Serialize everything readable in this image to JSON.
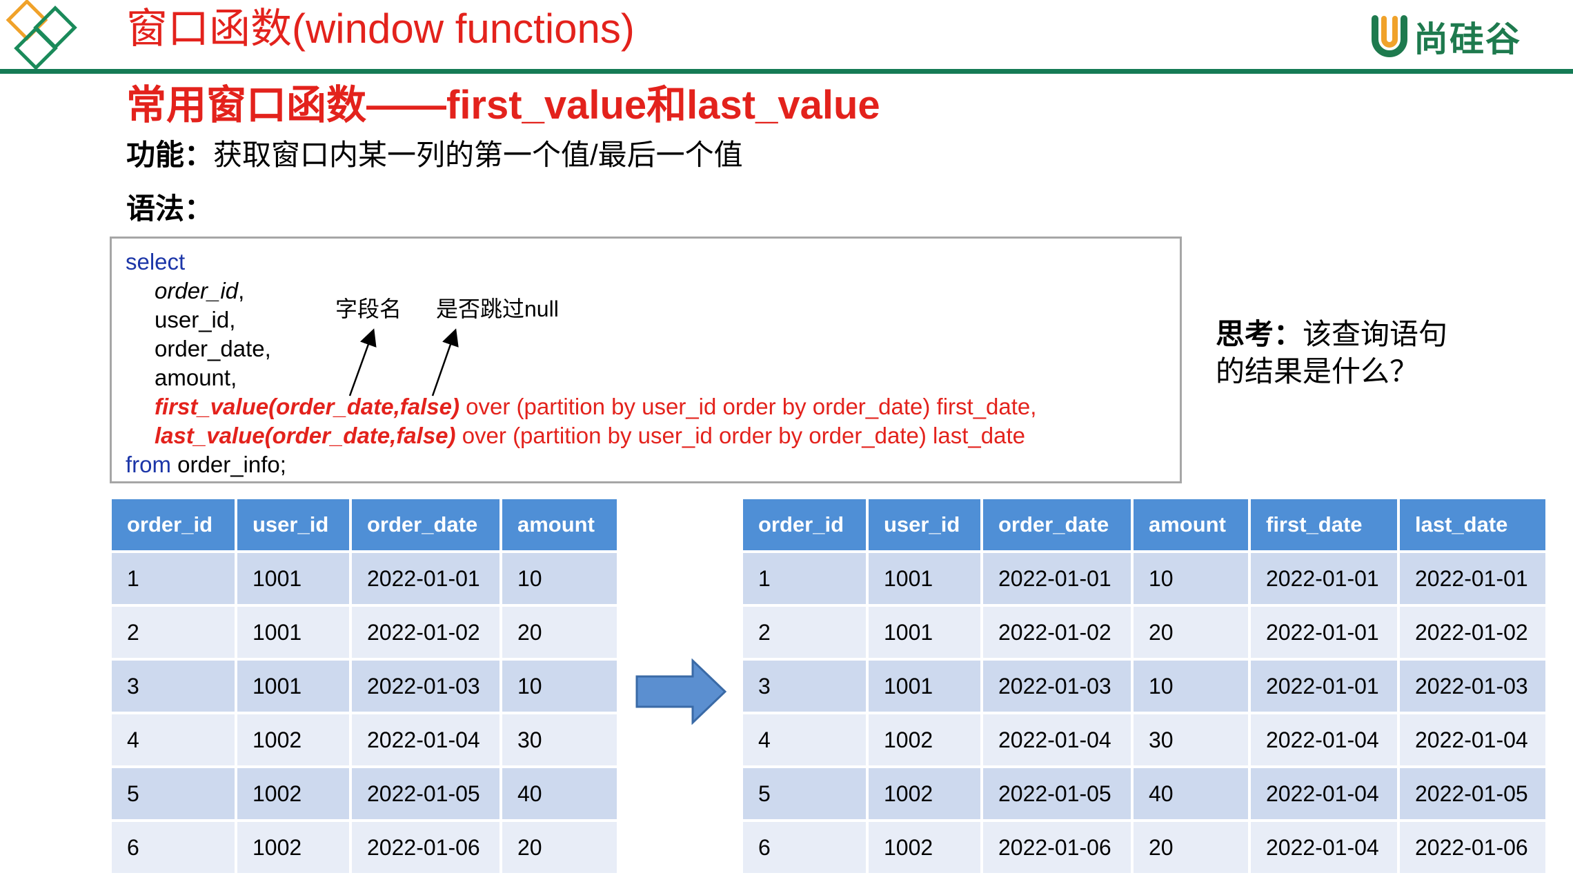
{
  "header": {
    "title": "窗口函数(window functions)",
    "brand_name": "尚硅谷",
    "accent_color": "#e3221c",
    "rule_color": "#157b55"
  },
  "section": {
    "title": "常用窗口函数——first_value和last_value",
    "function_label": "功能：",
    "function_text": "获取窗口内某一列的第一个值/最后一个值",
    "syntax_label": "语法："
  },
  "code": {
    "kw_select": "select",
    "col_order_id": "order_id",
    "comma": ",",
    "col_user_id": "user_id,",
    "col_order_date": "order_date,",
    "col_amount": "amount,",
    "fn_first": "first_value(order_date,false)",
    "over_first": " over (partition by user_id order by order_date) first_date,",
    "fn_last": "last_value(order_date,false)",
    "over_last": " over (partition by user_id order by order_date) last_date",
    "kw_from": "from",
    "from_table": " order_info;"
  },
  "annotations": {
    "field_name": "字段名",
    "skip_null": "是否跳过null"
  },
  "think": {
    "label": "思考：",
    "line1": "该查询语句",
    "line2": "的结果是什么？"
  },
  "source_table": {
    "headers": [
      "order_id",
      "user_id",
      "order_date",
      "amount"
    ],
    "rows": [
      [
        "1",
        "1001",
        "2022-01-01",
        "10"
      ],
      [
        "2",
        "1001",
        "2022-01-02",
        "20"
      ],
      [
        "3",
        "1001",
        "2022-01-03",
        "10"
      ],
      [
        "4",
        "1002",
        "2022-01-04",
        "30"
      ],
      [
        "5",
        "1002",
        "2022-01-05",
        "40"
      ],
      [
        "6",
        "1002",
        "2022-01-06",
        "20"
      ]
    ]
  },
  "result_table": {
    "headers": [
      "order_id",
      "user_id",
      "order_date",
      "amount",
      "first_date",
      "last_date"
    ],
    "rows": [
      [
        "1",
        "1001",
        "2022-01-01",
        "10",
        "2022-01-01",
        "2022-01-01"
      ],
      [
        "2",
        "1001",
        "2022-01-02",
        "20",
        "2022-01-01",
        "2022-01-02"
      ],
      [
        "3",
        "1001",
        "2022-01-03",
        "10",
        "2022-01-01",
        "2022-01-03"
      ],
      [
        "4",
        "1002",
        "2022-01-04",
        "30",
        "2022-01-04",
        "2022-01-04"
      ],
      [
        "5",
        "1002",
        "2022-01-05",
        "40",
        "2022-01-04",
        "2022-01-05"
      ],
      [
        "6",
        "1002",
        "2022-01-06",
        "20",
        "2022-01-04",
        "2022-01-06"
      ]
    ]
  }
}
